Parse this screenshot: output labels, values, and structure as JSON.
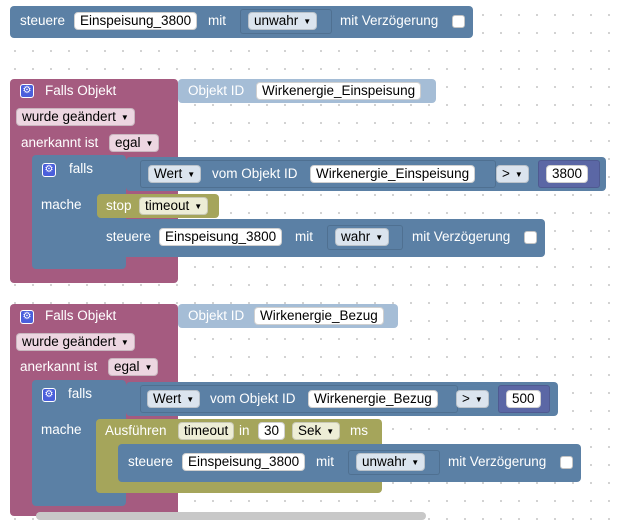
{
  "block_top": {
    "steuere": "steuere",
    "state": "Einspeisung_3800",
    "mit": "mit",
    "value": "unwahr",
    "delay_label": "mit Verzögerung"
  },
  "group1": {
    "falls_objekt": "Falls Objekt",
    "objekt_id_label": "Objekt ID",
    "objekt_id_value": "Wirkenergie_Einspeisung",
    "trigger_mode": "wurde geändert",
    "anerkannt_label": "anerkannt ist",
    "anerkannt_value": "egal",
    "falls": "falls",
    "mache": "mache",
    "wert": "Wert",
    "vom_objekt": "vom Objekt ID",
    "cond_object": "Wirkenergie_Einspeisung",
    "operator": ">",
    "threshold": "3800",
    "stop": "stop",
    "timeout": "timeout",
    "steuere": "steuere",
    "state": "Einspeisung_3800",
    "mit": "mit",
    "value": "wahr",
    "delay_label": "mit Verzögerung"
  },
  "group2": {
    "falls_objekt": "Falls Objekt",
    "objekt_id_label": "Objekt ID",
    "objekt_id_value": "Wirkenergie_Bezug",
    "trigger_mode": "wurde geändert",
    "anerkannt_label": "anerkannt ist",
    "anerkannt_value": "egal",
    "falls": "falls",
    "mache": "mache",
    "wert": "Wert",
    "vom_objekt": "vom Objekt ID",
    "cond_object": "Wirkenergie_Bezug",
    "operator": ">",
    "threshold": "500",
    "ausfuehren": "Ausführen",
    "timeout": "timeout",
    "in": "in",
    "delay_value": "30",
    "unit": "Sek",
    "ms": "ms",
    "steuere": "steuere",
    "state": "Einspeisung_3800",
    "mit": "mit",
    "value": "unwahr",
    "delay_label": "mit Verzögerung"
  }
}
